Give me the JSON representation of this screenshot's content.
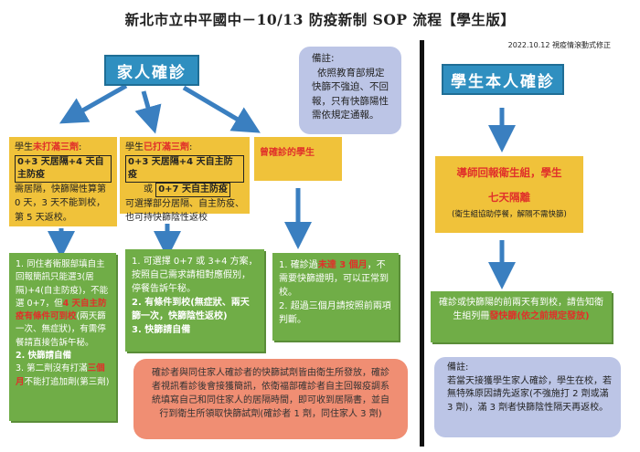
{
  "header": {
    "title": "新北市立中平國中－10/13 防疫新制 SOP 流程【學生版】",
    "date_note": "2022.10.12  視疫情滾動式修正"
  },
  "family": {
    "title": "家人確診",
    "note_lines": [
      "備註:",
      "依照教育部規定",
      "快篩不強迫、不回",
      "報，只有快篩陽性",
      "需依規定通報。"
    ],
    "col1": {
      "head_prefix": "學生",
      "head_red": "未打滿三劑",
      "head_suffix": ":",
      "boxed": "0+3 天居隔+4 天自主防疫",
      "body": "需居隔，快篩陽性算第 0 天，3 天不能到校，第 5 天返校。",
      "green_items": [
        "1. 同住者衛服部填自主回報簡訊只能選3(居隔)+4(自主防疫)，不能選 0+7，但",
        "4 天自主防疫有條件可到校",
        "(兩天篩一次、無症狀)，有需停餐請直接告訴午秘。",
        "2. 快篩請自備",
        "3. 第二劑沒有打滿",
        "三個月",
        "不能打追加劑(第三劑)"
      ]
    },
    "col2": {
      "head_prefix": "學生",
      "head_red": "已打滿三劑",
      "head_suffix": ":",
      "boxed1": "0+3 天居隔+4 天自主防疫",
      "or": "或",
      "boxed2": "0+7 天自主防疫",
      "body": "可選擇部分居隔、自主防疫、也可持快篩陰性返校",
      "green_items": [
        "1. 可選擇 0+7 或 3+4 方案，按照自己需求請相對應假別，停餐告訴午秘。",
        "2. 有條件到校(無症狀、兩天篩一次，快篩陰性返校)",
        "3. 快篩請自備"
      ]
    },
    "col3": {
      "head": "曾確診的學生",
      "green_prefix": "1. 確診過",
      "green_red": "未達 3 個月",
      "green_rest": "，不需要快篩證明，可以正常到校。",
      "green_item2": "2. 超過三個月請按照前兩項判斷。"
    },
    "bottom_note": "確診者與同住家人確診者的快篩試劑皆由衛生所發放，確診者視訊看診後會接獲簡訊，依衛福部確診者自主回報疫調系統填寫自己和同住家人的居隔時間，即可收到居隔書，並自行到衛生所領取快篩試劑(確診者 1 劑，同住家人 3 劑)"
  },
  "student": {
    "title": "學生本人確診",
    "yellow_line1": "導師回報衛生組，學生",
    "yellow_line2": "七天隔離",
    "yellow_sub": "(衛生組協助停餐，解隔不需快篩)",
    "green_prefix": "確診或快篩陽的前兩天有到校，請告知衛生組列冊",
    "green_red": "發快篩(依之前規定發放)",
    "note_title": "備註:",
    "note_body": "若當天接獲學生家人確診，學生在校，若無特殊原因請先返家(不強施打 2 劑或滿 3 劑)，滿 3 劑者快篩陰性隔天再返校。"
  },
  "colors": {
    "blue": "#2f8fc0",
    "yellow": "#f0c23a",
    "green": "#70ad47",
    "salmon": "#f08e73",
    "purple_note": "#bcc5e6",
    "arrow": "#3a7fc0",
    "red_text": "#e0302a"
  }
}
